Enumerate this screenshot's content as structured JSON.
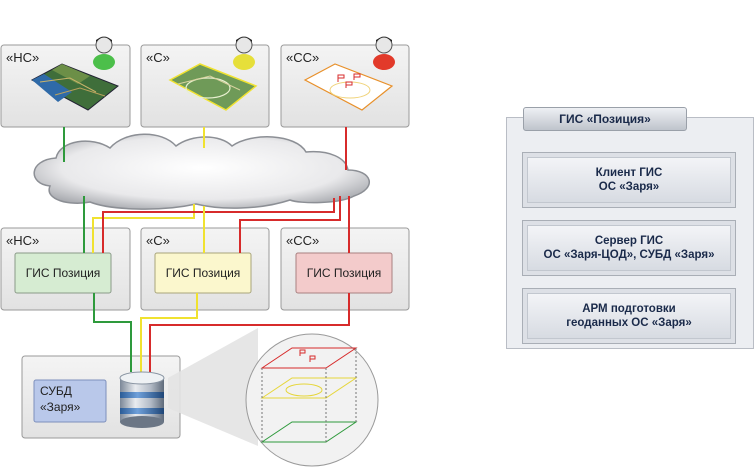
{
  "top_labels": [
    "«НС»",
    "«С»",
    "«СС»"
  ],
  "mid_labels": [
    "«НС»",
    "«С»",
    "«СС»"
  ],
  "gis_box_label": "ГИС Позиция",
  "db_label_line1": "СУБД",
  "db_label_line2": "«Заря»",
  "panel": {
    "title": "ГИС «Позиция»",
    "items": [
      "Клиент ГИС\nОС «Заря»",
      "Сервер ГИС\nОС «Заря-ЦОД», СУБД «Заря»",
      "АРМ подготовки\nгеоданных ОС «Заря»"
    ]
  },
  "colors": {
    "green": "#2e9a3c",
    "yellow": "#f0e230",
    "red": "#d72b2b",
    "gis_green": "#d6ecd2",
    "gis_yellow": "#fbf7cd",
    "gis_red": "#f3cbcb",
    "db_label_bg": "#b9c8ea"
  },
  "icons": [
    "user-green-icon",
    "user-yellow-icon",
    "user-red-icon",
    "cloud-icon",
    "database-icon",
    "map-icon"
  ]
}
